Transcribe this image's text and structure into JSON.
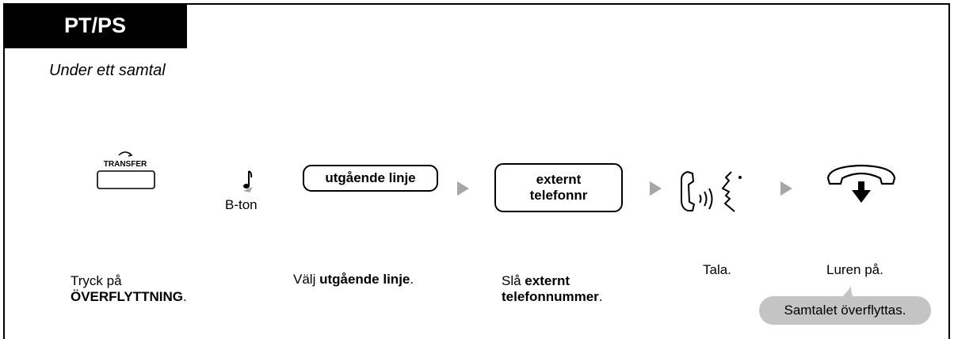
{
  "header": {
    "tab_label": "PT/PS"
  },
  "subtitle": "Under ett samtal",
  "step1": {
    "key_label": "TRANSFER",
    "icon": "transfer-key-icon",
    "desc_line1": "Tryck på",
    "desc_bold": "ÖVERFLYTTNING",
    "desc_end": "."
  },
  "step2": {
    "tone_icon": "music-note-icon",
    "tone_label": "B-ton",
    "key_label": "utgående linje",
    "desc_prefix": "Välj ",
    "desc_bold": "utgående linje",
    "desc_end": "."
  },
  "step3": {
    "key_line1": "externt",
    "key_line2": "telefonnr",
    "desc_prefix": "Slå ",
    "desc_bold1": "externt",
    "desc_bold2": "telefonnummer",
    "desc_end": "."
  },
  "step4": {
    "icon": "talk-handset-icon",
    "desc": "Tala."
  },
  "step5": {
    "icon": "handset-on-hook-icon",
    "desc": "Luren på.",
    "note": "Samtalet överflyttas."
  },
  "colors": {
    "arrow": "#a6a6a6",
    "bubble": "#c4c4c4",
    "tab": "#000000"
  }
}
